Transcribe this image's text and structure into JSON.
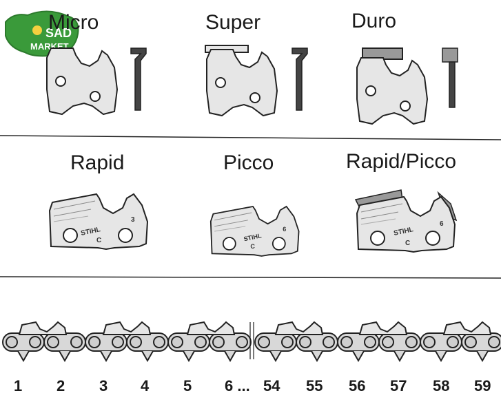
{
  "logo": {
    "line1": "SAD",
    "line2": "MARKET",
    "color": "#3a9a3a"
  },
  "row1": {
    "labels": [
      "Micro",
      "Super",
      "Duro"
    ]
  },
  "row2": {
    "labels": [
      "Rapid",
      "Picco",
      "Rapid/Picco"
    ]
  },
  "plates": [
    {
      "brand": "STIHL",
      "grade": "C",
      "size": "3"
    },
    {
      "brand": "STIHL",
      "grade": "C",
      "size": "6"
    },
    {
      "brand": "STIHL",
      "grade": "C",
      "size": "6"
    }
  ],
  "chain": {
    "numbers": [
      "1",
      "2",
      "3",
      "4",
      "5",
      "6 ...",
      "54",
      "55",
      "56",
      "57",
      "58",
      "59"
    ]
  },
  "colors": {
    "line": "#222222",
    "plate": "#e6e6e6",
    "carbide": "#999999",
    "edge": "#555555"
  }
}
